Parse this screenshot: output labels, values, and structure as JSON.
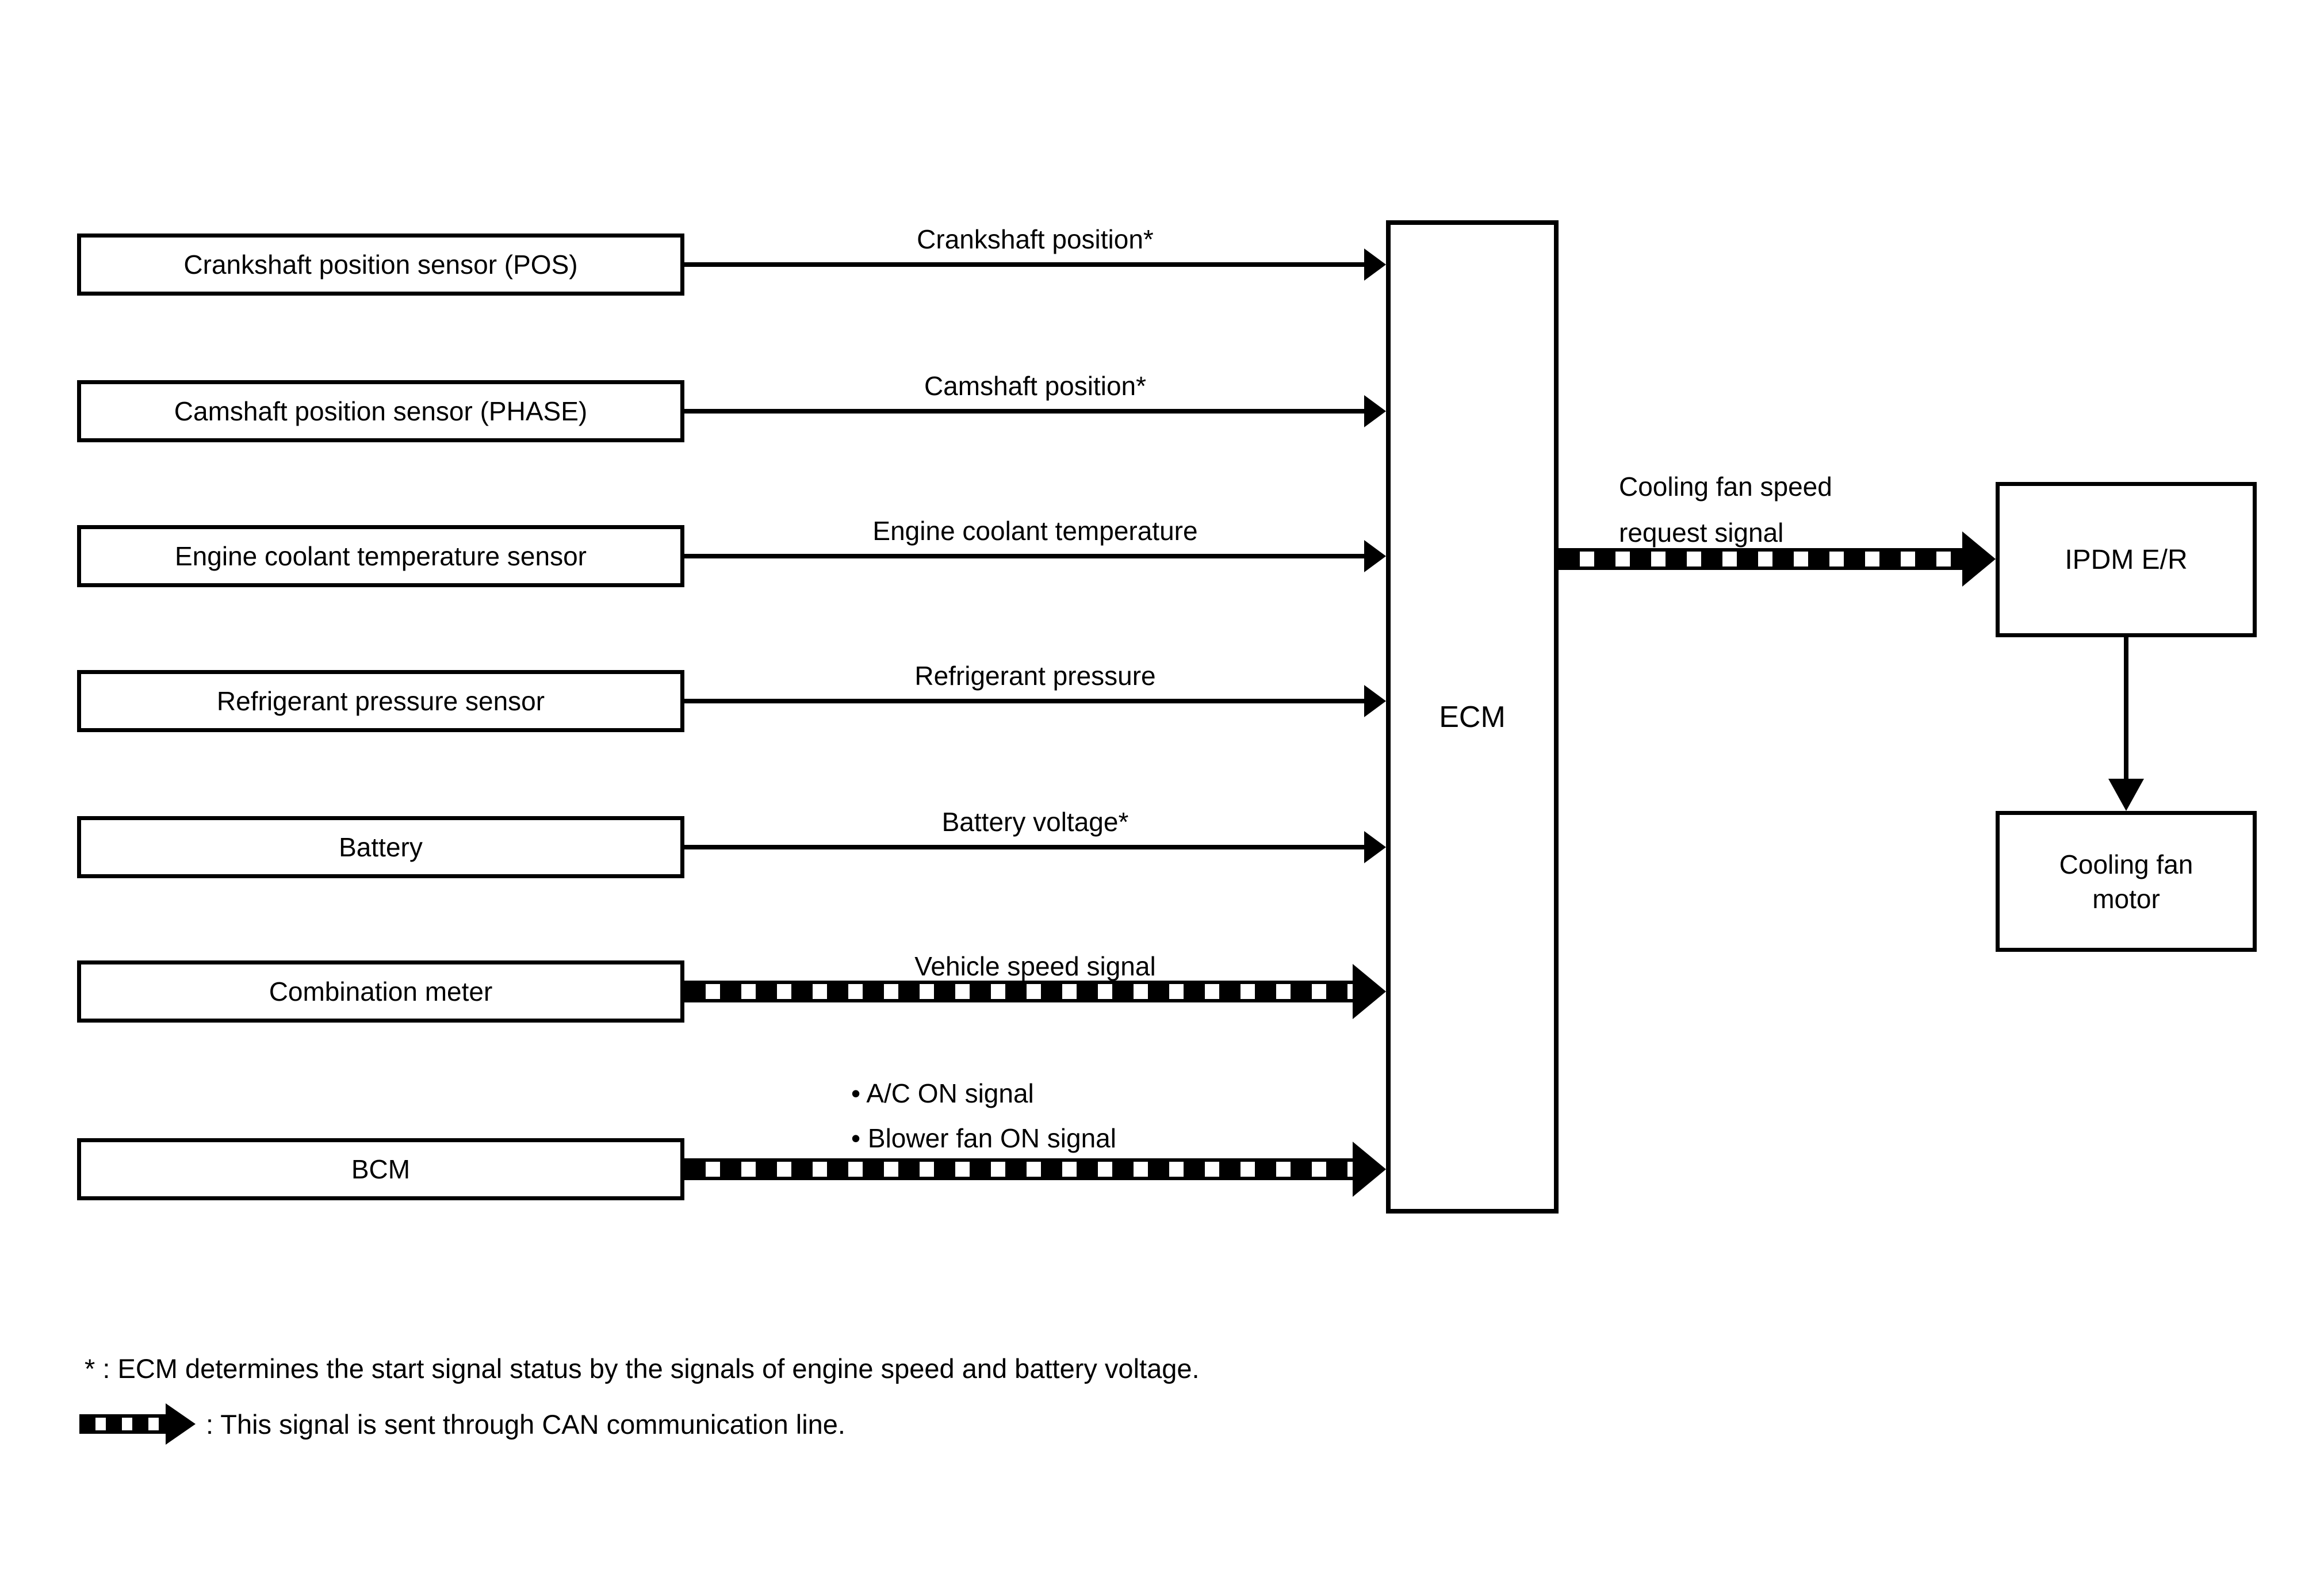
{
  "diagram": {
    "ecm_label": "ECM",
    "ipdm_label": "IPDM E/R",
    "motor_label_lines": [
      "Cooling fan",
      "motor"
    ],
    "request_label_lines": [
      "Cooling fan speed",
      "request signal"
    ],
    "rows": [
      {
        "source": "Crankshaft position sensor (POS)",
        "signal": "Crankshaft position*",
        "arrow": "solid"
      },
      {
        "source": "Camshaft position sensor (PHASE)",
        "signal": "Camshaft position*",
        "arrow": "solid"
      },
      {
        "source": "Engine coolant temperature sensor",
        "signal": "Engine coolant temperature",
        "arrow": "solid"
      },
      {
        "source": "Refrigerant pressure sensor",
        "signal": "Refrigerant pressure",
        "arrow": "solid"
      },
      {
        "source": "Battery",
        "signal": "Battery voltage*",
        "arrow": "solid"
      },
      {
        "source": "Combination meter",
        "signal": "Vehicle speed signal",
        "arrow": "can"
      },
      {
        "source": "BCM",
        "signals": [
          "• A/C ON signal",
          "• Blower fan ON signal"
        ],
        "arrow": "can"
      }
    ],
    "footnotes": {
      "asterisk": "* : ECM determines the start signal status by the signals of engine speed and battery voltage.",
      "can_legend": ": This signal is sent through CAN communication line."
    },
    "colors": {
      "line": "#000000",
      "background": "#ffffff"
    }
  }
}
